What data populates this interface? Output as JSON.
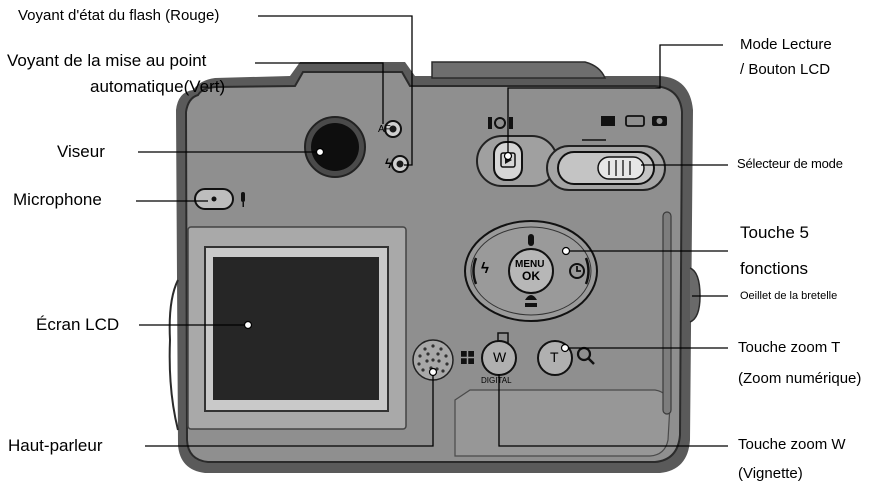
{
  "labels": {
    "flash_indicator": "Voyant d'état du flash (Rouge)",
    "af_indicator_line1": "Voyant de la mise au point",
    "af_indicator_line2": "automatique(Vert)",
    "viewfinder": "Viseur",
    "microphone": "Microphone",
    "lcd_screen": "Écran LCD",
    "speaker": "Haut-parleur",
    "play_mode_line1": "Mode Lecture",
    "play_mode_line2": "/ Bouton LCD",
    "mode_selector": "Sélecteur de mode",
    "five_function_line1": "Touche 5",
    "five_function_line2": "fonctions",
    "strap_eyelet": "Oeillet de la bretelle",
    "zoom_t_line1": "Touche zoom T",
    "zoom_t_line2": "(Zoom numérique)",
    "zoom_w_line1": "Touche zoom W",
    "zoom_w_line2": "(Vignette)"
  },
  "camera_markings": {
    "af": "AF",
    "flash_symbol": "ϟ",
    "play_symbol": "▶",
    "menu": "MENU",
    "ok": "OK",
    "zoom_w": "W",
    "zoom_t": "T",
    "digital": "DIGITAL"
  },
  "colors": {
    "body": "#8c8c8c",
    "body_edge": "#3a3a3a",
    "panel": "#9b9b9b",
    "lcd_dark": "#2a2a2a",
    "lcd_frame": "#b5b5b5",
    "button": "#a8a8a8",
    "line": "#000000"
  }
}
